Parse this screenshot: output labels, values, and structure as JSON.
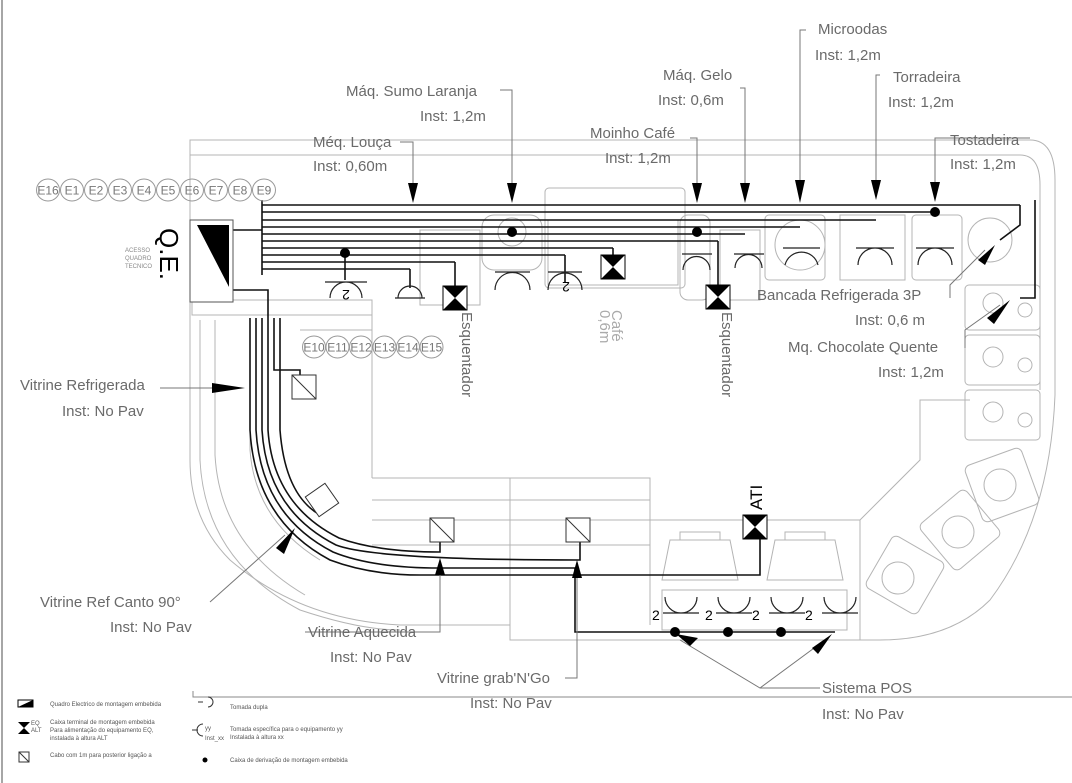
{
  "panel": {
    "title": "Q.E.",
    "access_note": [
      "ACESSO",
      "QUADRO",
      "TECNICO"
    ]
  },
  "circuits_top": [
    "E16",
    "E1",
    "E2",
    "E3",
    "E4",
    "E5",
    "E6",
    "E7",
    "E8",
    "E9"
  ],
  "circuits_mid": [
    "E10",
    "E11",
    "E12",
    "E13",
    "E14",
    "E15"
  ],
  "equipment": [
    {
      "name": "Máq. Sumo Laranja",
      "inst": "Inst: 1,2m"
    },
    {
      "name": "Méq. Louça",
      "inst": "Inst: 0,60m"
    },
    {
      "name": "Máq. Gelo",
      "inst": "Inst: 0,6m"
    },
    {
      "name": "Microodas",
      "inst": "Inst: 1,2m"
    },
    {
      "name": "Torradeira",
      "inst": "Inst: 1,2m"
    },
    {
      "name": "Moinho Café",
      "inst": "Inst: 1,2m"
    },
    {
      "name": "Tostadeira",
      "inst": "Inst: 1,2m"
    },
    {
      "name": "Bancada Refrigerada 3P",
      "inst": "Inst: 0,6 m"
    },
    {
      "name": "Mq. Chocolate Quente",
      "inst": "Inst: 1,2m"
    },
    {
      "name": "Vitrine Refrigerada",
      "inst": "Inst: No Pav"
    },
    {
      "name": "Vitrine Ref Canto 90°",
      "inst": "Inst: No Pav"
    },
    {
      "name": "Vitrine Aquecida",
      "inst": "Inst: No Pav"
    },
    {
      "name": "Vitrine grab'N'Go",
      "inst": "Inst: No Pav"
    },
    {
      "name": "Sistema POS",
      "inst": "Inst: No Pav"
    }
  ],
  "vertical_labels": {
    "esquentador": "Esquentador",
    "cafe": "Café",
    "cafe_inst": "0,6m",
    "ati": "ATI"
  },
  "socket_count": "2",
  "legend": {
    "panel": "Quadro Electrico de montagem embebida",
    "terminal": [
      "Caixa terminal de montagem embebida",
      "Para alimentação do equipamento EQ,",
      "instalada à altura ALT"
    ],
    "terminal_tag": [
      "EQ",
      "ALT"
    ],
    "cable": "Cabo com 1m para posterior ligação a",
    "double_socket": "Tomada dupla",
    "specific_socket": [
      "Tomada específica para o equipamento yy",
      "Instalada à altura xx"
    ],
    "specific_tag": [
      "yy",
      "Inst_xx"
    ],
    "junction": "Caixa de derivação de montagem embebida"
  }
}
